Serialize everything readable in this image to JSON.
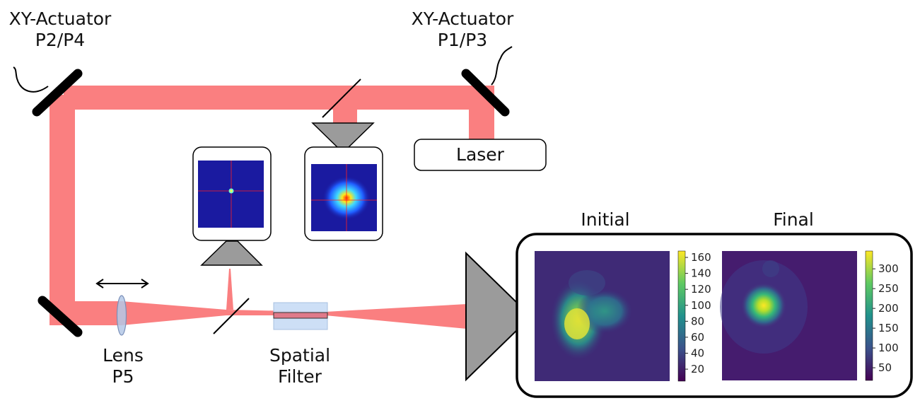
{
  "labels": {
    "actuator_left": [
      "XY-Actuator",
      "P2/P4"
    ],
    "actuator_right": [
      "XY-Actuator",
      "P1/P3"
    ],
    "laser": "Laser",
    "lens": [
      "Lens",
      "P5"
    ],
    "spatial_filter": [
      "Spatial",
      "Filter"
    ]
  },
  "plots": {
    "initial": {
      "title": "Initial",
      "colorbar_ticks": [
        20,
        40,
        60,
        80,
        100,
        120,
        140,
        160
      ]
    },
    "final": {
      "title": "Final",
      "colorbar_ticks": [
        50,
        100,
        150,
        200,
        250,
        300
      ]
    }
  },
  "colors": {
    "beam": "#fa7f80",
    "mirror": "#000000",
    "camera": "#9b9b9b",
    "lens": "#b4c8e6",
    "filter": "#c8dcf5",
    "camera_screen": "#1a1aa0"
  }
}
